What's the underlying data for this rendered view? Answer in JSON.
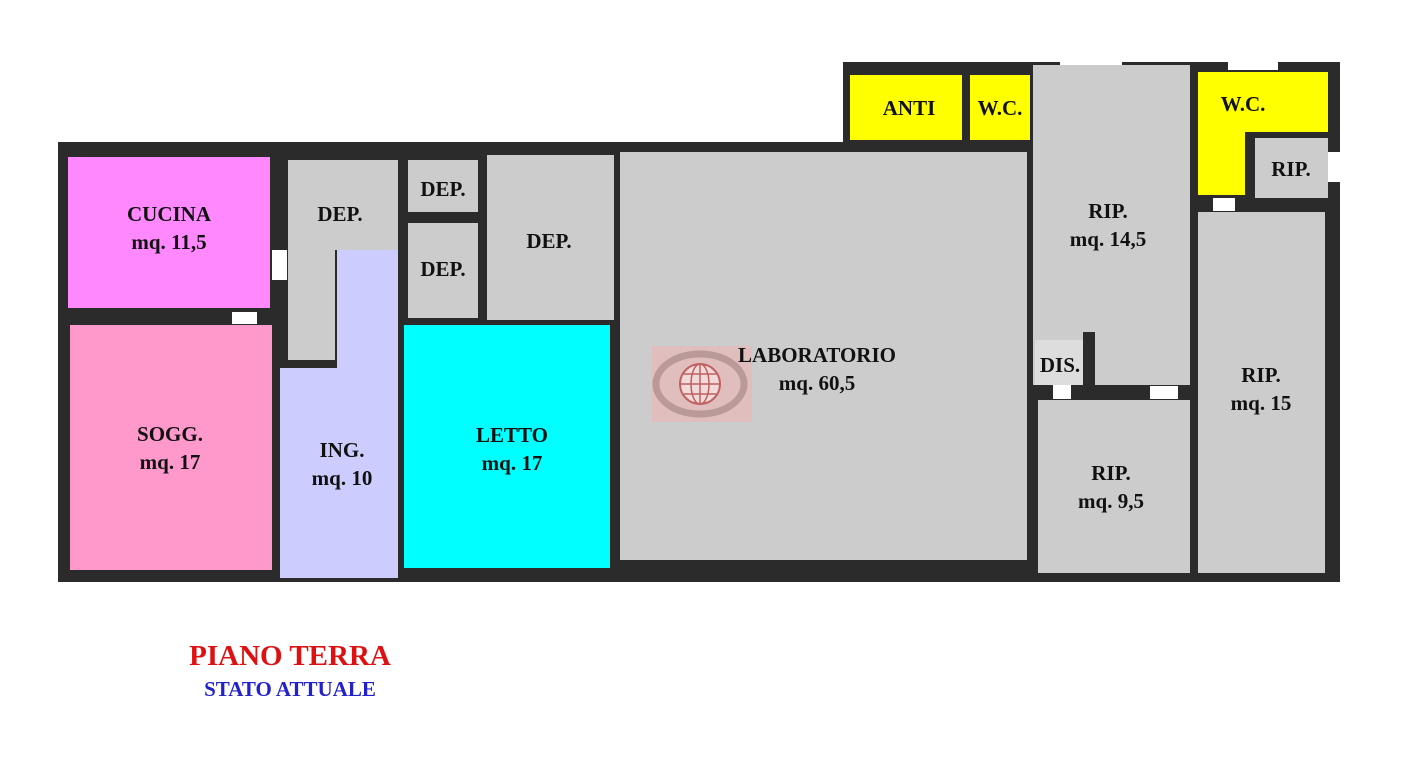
{
  "rooms": {
    "cucina": {
      "name": "CUCINA",
      "area": "mq. 11,5",
      "color": "#ff88ff"
    },
    "soggiorno": {
      "name": "SOGG.",
      "area": "mq. 17",
      "color": "#ff99cc"
    },
    "dep1": {
      "name": "DEP."
    },
    "dep2": {
      "name": "DEP."
    },
    "dep3": {
      "name": "DEP."
    },
    "dep4": {
      "name": "DEP."
    },
    "ingresso": {
      "name": "ING.",
      "area": "mq. 10",
      "color": "#ccccff"
    },
    "letto": {
      "name": "LETTO",
      "area": "mq. 17",
      "color": "#00ffff"
    },
    "laboratorio": {
      "name": "LABORATORIO",
      "area": "mq. 60,5"
    },
    "anti": {
      "name": "ANTI",
      "color": "#ffff00"
    },
    "wc1": {
      "name": "W.C."
    },
    "wc2": {
      "name": "W.C."
    },
    "rip_small": {
      "name": "RIP."
    },
    "rip_145": {
      "name": "RIP.",
      "area": "mq. 14,5"
    },
    "dis": {
      "name": "DIS."
    },
    "rip_95": {
      "name": "RIP.",
      "area": "mq. 9,5"
    },
    "rip_15": {
      "name": "RIP.",
      "area": "mq. 15"
    }
  },
  "colors": {
    "wall": "#2b2b2b",
    "service": "#cccccc"
  },
  "caption": {
    "title": "PIANO TERRA",
    "subtitle": "STATO ATTUALE",
    "title_color": "#dd1111",
    "subtitle_color": "#2222cc"
  }
}
